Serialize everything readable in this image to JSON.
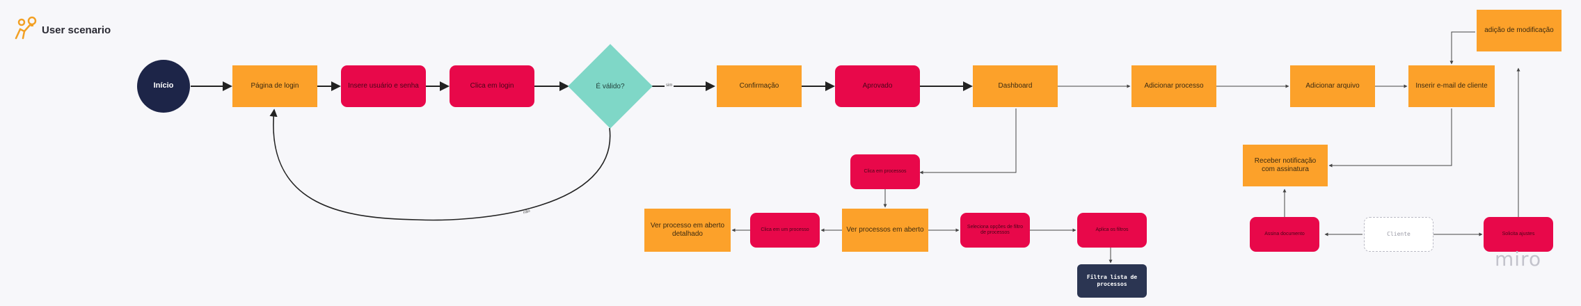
{
  "board": {
    "title": "User scenario",
    "watermark": "miro"
  },
  "nodes": {
    "inicio": "Início",
    "pagina_login": "Página de login",
    "insere_usuario": "Insere usuário e senha",
    "clica_login": "Clica em login",
    "valido": "É válido?",
    "confirmacao": "Confirmação",
    "aprovado": "Aprovado",
    "dashboard": "Dashboard",
    "adicionar_processo": "Adicionar processo",
    "adicionar_arquivo": "Adicionar arquivo",
    "inserir_email": "Inserir e-mail de cliente",
    "adicao_modificacao": "adição de modificação",
    "receber_notificacao": "Receber notificação com assinatura",
    "clica_processos": "Clica em processos",
    "ver_processos": "Ver processos em aberto",
    "ver_detalhado": "Ver processo em aberto detalhado",
    "clica_processo": "Clica em um processo",
    "seleciona_filtro": "Seleciona opções de filtro de processos",
    "aplica_filtro": "Aplica os filtros",
    "filtra_lista": "Filtra lista de processos",
    "assina_documento": "Assina documento",
    "cliente": "Cliente",
    "solicita_ajuste": "Solicita ajustes"
  },
  "edges": {
    "sim": "sim",
    "nao": "não"
  },
  "colors": {
    "start": "#1d2548",
    "step": "#fca12a",
    "action": "#e8084a",
    "decision": "#7fd7c7",
    "result": "#2b3552",
    "line": "#222222"
  },
  "icons": {
    "logo": "person-idea-icon"
  }
}
